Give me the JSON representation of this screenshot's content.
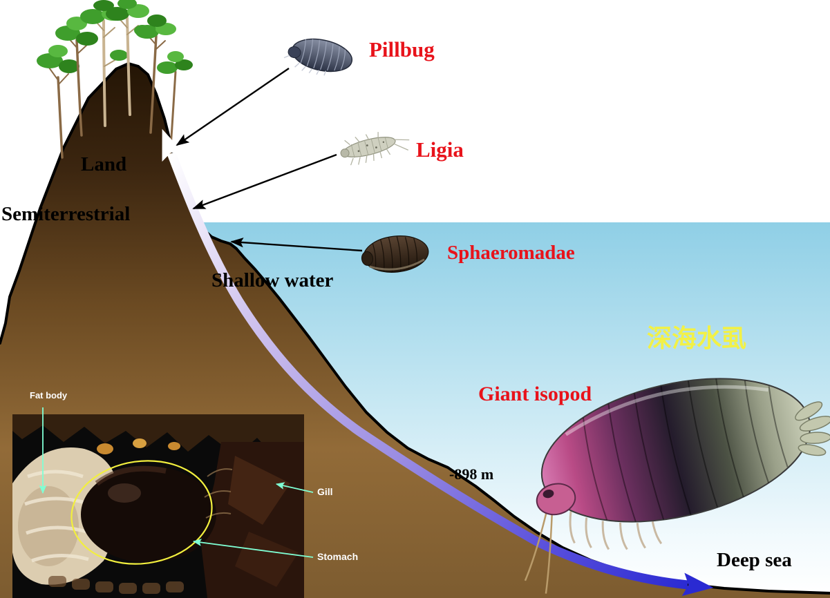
{
  "diagram": {
    "zones": {
      "land": "Land",
      "semiterrestrial": "Semiterrestrial",
      "shallow_water": "Shallow water",
      "deep_sea": "Deep sea",
      "depth_marker": "-898 m"
    },
    "species": {
      "pillbug": "Pillbug",
      "ligia": "Ligia",
      "sphaeromadae": "Sphaeromadae",
      "giant_isopod": "Giant isopod",
      "giant_isopod_chinese": "深海水虱"
    },
    "inset": {
      "fat_body": "Fat body",
      "gill": "Gill",
      "stomach": "Stomach"
    },
    "colors": {
      "species_label": "#e8131b",
      "chinese_label": "#f2f146",
      "zone_label": "#000000",
      "inset_label": "#ffffff",
      "inset_arrow": "#7fffd4",
      "stomach_outline": "#f2ef3e",
      "flow_arrow_deep": "#2a2ad2",
      "flow_arrow_surface": "#ffffff",
      "water_top": "#8fcfe6",
      "land_dark": "#241505"
    }
  }
}
